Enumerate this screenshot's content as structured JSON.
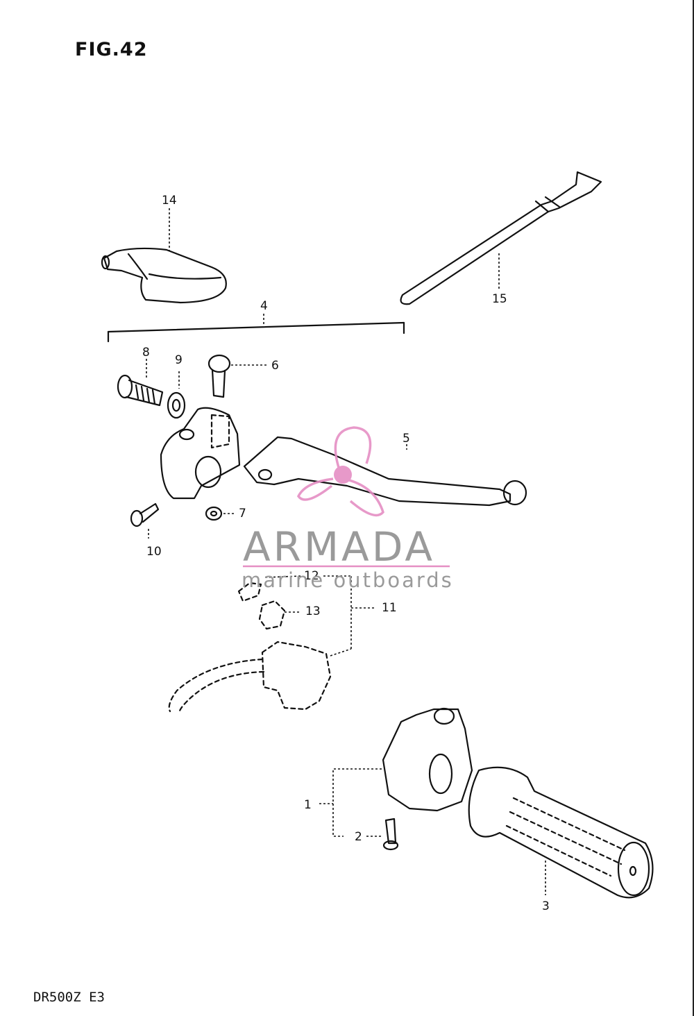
{
  "figure": {
    "title": "FIG.42",
    "model": "DR500Z E3"
  },
  "callouts": [
    {
      "id": "c1",
      "text": "1"
    },
    {
      "id": "c2",
      "text": "2"
    },
    {
      "id": "c3",
      "text": "3"
    },
    {
      "id": "c4",
      "text": "4"
    },
    {
      "id": "c5",
      "text": "5"
    },
    {
      "id": "c6",
      "text": "6"
    },
    {
      "id": "c7",
      "text": "7"
    },
    {
      "id": "c8",
      "text": "8"
    },
    {
      "id": "c9",
      "text": "9"
    },
    {
      "id": "c10",
      "text": "10"
    },
    {
      "id": "c11",
      "text": "11"
    },
    {
      "id": "c12",
      "text": "12"
    },
    {
      "id": "c13",
      "text": "13"
    },
    {
      "id": "c14",
      "text": "14"
    },
    {
      "id": "c15",
      "text": "15"
    }
  ],
  "watermark": {
    "name": "ARMADA",
    "tagline": "marine outboards",
    "accent_color": "#e58fc4",
    "text_color": "#9a9a9a"
  }
}
